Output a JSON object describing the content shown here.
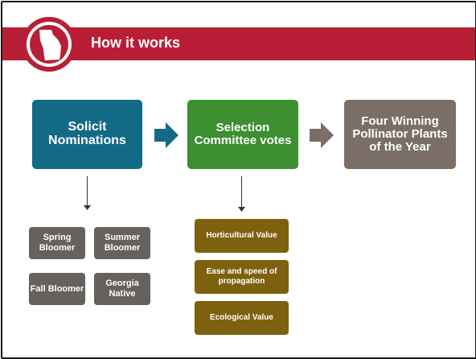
{
  "header": {
    "title": "How it works"
  },
  "logo": {
    "icon": "georgia-state-icon"
  },
  "flow": {
    "step1": {
      "label": "Solicit Nominations"
    },
    "step2": {
      "label": "Selection Committee votes"
    },
    "step3": {
      "label": "Four Winning Pollinator Plants of the Year"
    }
  },
  "categories": [
    {
      "label": "Spring Bloomer"
    },
    {
      "label": "Summer Bloomer"
    },
    {
      "label": "Fall Bloomer"
    },
    {
      "label": "Georgia Native"
    }
  ],
  "criteria": [
    {
      "label": "Horticultural Value"
    },
    {
      "label": "Ease and speed of propagation"
    },
    {
      "label": "Ecological Value"
    }
  ],
  "colors": {
    "header": "#b81f36",
    "step1": "#136a86",
    "step2": "#3d8f32",
    "step3": "#7a6e66",
    "category": "#66615c",
    "criteria": "#7e610f"
  }
}
